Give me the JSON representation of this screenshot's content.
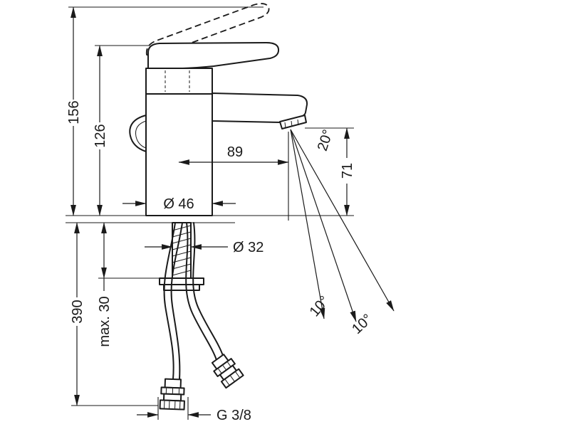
{
  "drawing": {
    "colors": {
      "line": "#1a1a1a",
      "background": "#ffffff"
    },
    "dimensions": {
      "total_height": "156",
      "body_height": "126",
      "spout_reach": "89",
      "base_diameter": "Ø 46",
      "shaft_diameter": "Ø 32",
      "hose_length": "390",
      "max_counter_thickness": "max. 30",
      "spout_height": "71",
      "spray_angle": "20°",
      "angle_left": "10°",
      "angle_right": "10°",
      "connection_thread": "G 3/8"
    }
  }
}
